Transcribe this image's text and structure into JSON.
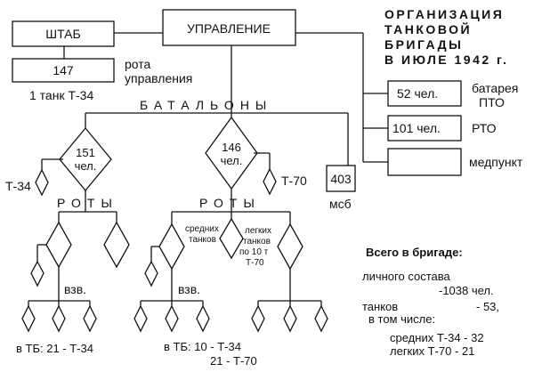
{
  "title_lines": [
    "ОРГАНИЗАЦИЯ",
    "ТАНКОВОЙ",
    "БРИГАДЫ",
    "В ИЮЛЕ 1942 г."
  ],
  "hq": {
    "staff": "ШТАБ",
    "command": "УПРАВЛЕНИЕ",
    "company_count": "147",
    "company_label_1": "рота",
    "company_label_2": "управления",
    "tank_note": "1 танк Т-34"
  },
  "battalions_label": "БАТАЛЬОНЫ",
  "battalion_1": {
    "count_num": "151",
    "count_unit": "чел.",
    "tank": "Т-34"
  },
  "battalion_2": {
    "count_num": "146",
    "count_unit": "чел.",
    "tank": "Т-70"
  },
  "msb": {
    "count": "403",
    "label": "мсб"
  },
  "companies_label": "РОТЫ",
  "platoon_label": "взв.",
  "company_types": {
    "medium_1": "средних",
    "medium_2": "танков",
    "light_1": "легких",
    "light_2": "танков",
    "light_3": "по 10 т",
    "light_4": "Т-70"
  },
  "tb_left": "в ТБ: 21 - Т-34",
  "tb_right_1": "в ТБ: 10  -  Т-34",
  "tb_right_2": "21  -  Т-70",
  "support": [
    {
      "count": "52 чел.",
      "label_1": "батарея",
      "label_2": "ПТО"
    },
    {
      "count": "101 чел.",
      "label_1": "РТО",
      "label_2": ""
    },
    {
      "count": "",
      "label_1": "медпункт",
      "label_2": ""
    }
  ],
  "totals": {
    "heading": "Всего в бригаде:",
    "personnel_label": "личного состава",
    "personnel_value": "-1038 чел.",
    "tanks_label": "танков",
    "tanks_value": "- 53,",
    "including": "в том числе:",
    "medium": "средних Т-34 - 32",
    "light": "легких Т-70   - 21"
  }
}
